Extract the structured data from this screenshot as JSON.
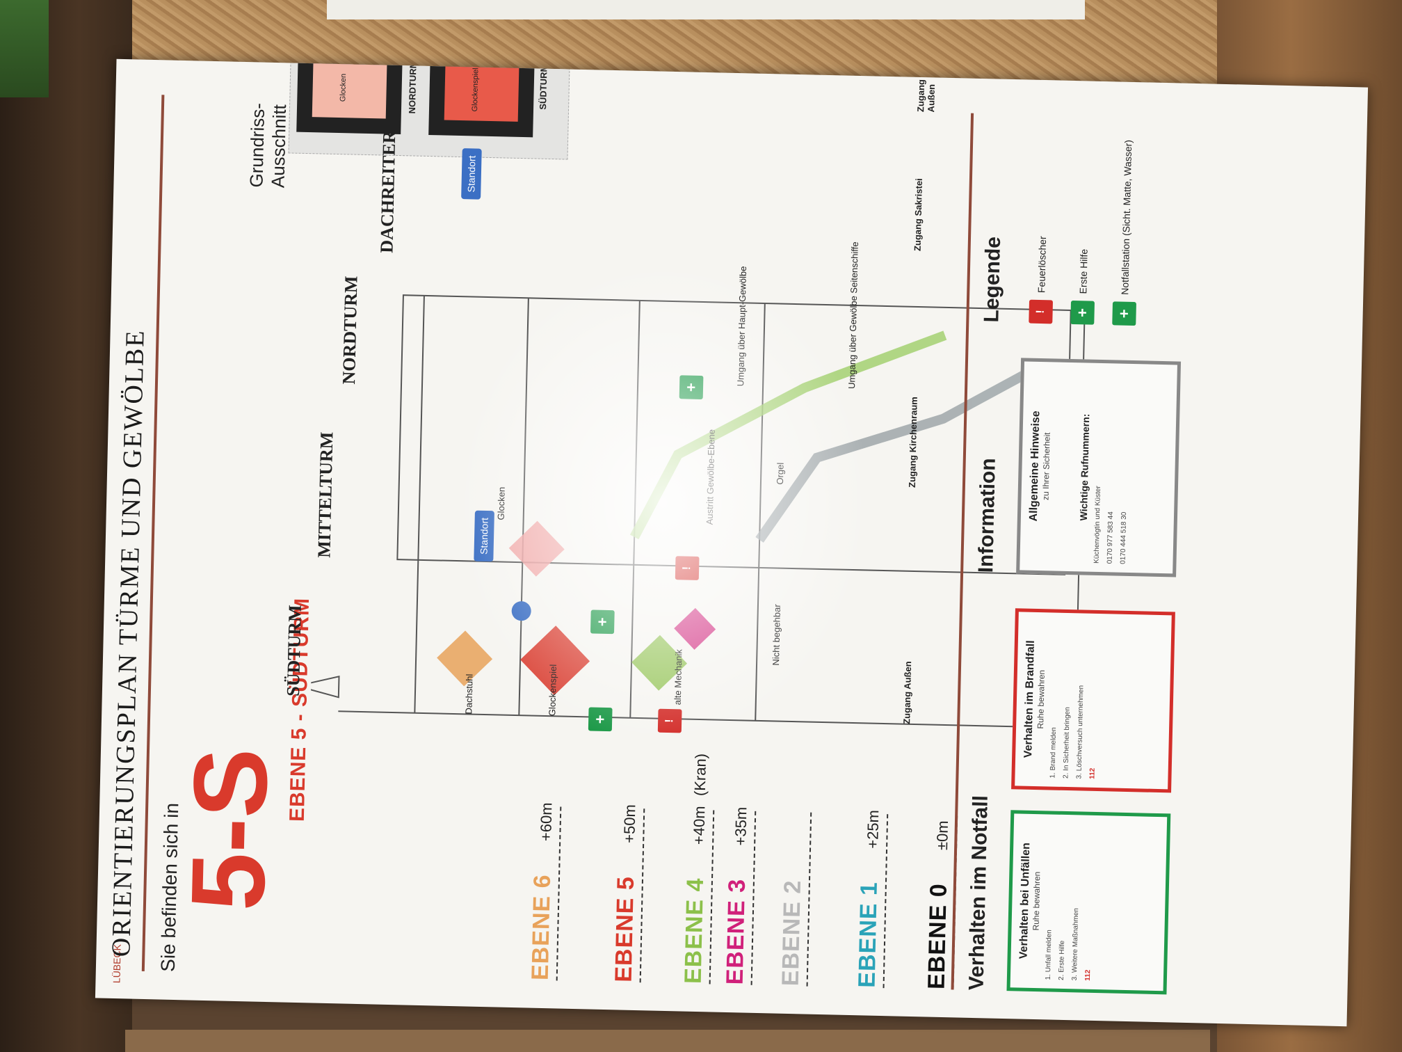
{
  "poster": {
    "brand": "LÜBECK",
    "title": "ORIENTIERUNGSPLAN TÜRME UND GEWÖLBE",
    "location_intro": "Sie befinden sich in",
    "location_code": "5-S",
    "location_level": "EBENE 5 - SÜDTURM",
    "plan_title": "Grundriss-Ausschnitt",
    "plan_north_label": "NORDTURM",
    "plan_south_label": "SÜDTURM",
    "plan_bells": "Glocken",
    "plan_chimes": "Glockenspiel",
    "standort": "Standort",
    "towers": {
      "south": "SÜDTURM",
      "north": "NORDTURM",
      "middle": "MITTELTURM",
      "roof": "DACHREITER"
    },
    "levels": [
      {
        "name": "EBENE 6",
        "altitude": "+60m",
        "color": "#e8a25a"
      },
      {
        "name": "EBENE 5",
        "altitude": "+50m",
        "color": "#d93a2c"
      },
      {
        "name": "EBENE 4",
        "altitude": "+40m",
        "extra": "(Kran)",
        "color": "#8cc04a"
      },
      {
        "name": "EBENE 3",
        "altitude": "+35m",
        "color": "#d0207a"
      },
      {
        "name": "EBENE 2",
        "altitude": "",
        "color": "#b8b8b8"
      },
      {
        "name": "EBENE 1",
        "altitude": "+25m",
        "color": "#2aa3b8"
      },
      {
        "name": "EBENE 0",
        "altitude": "±0m",
        "color": "#111111"
      }
    ],
    "diagram_labels": {
      "dachstuhl": "Dachstuhl",
      "glockenspiel": "Glockenspiel",
      "glocken": "Glocken",
      "alte_mechanik": "alte Mechanik",
      "austritt": "Austritt Gewölbe-Ebene",
      "umgang_haupt": "Umgang über Haupt-Gewölbe",
      "umgang_seiten": "Umgang über Gewölbe Seitenschiffe",
      "nicht_begehbar": "Nicht begehbar",
      "orgel": "Orgel",
      "zugang_aussen": "Zugang Außen",
      "zugang_kirchenraum": "Zugang Kirchenraum",
      "zugang_sakristei": "Zugang Sakristei"
    },
    "emergency_heading": "Verhalten im Notfall",
    "accident_panel": {
      "title": "Verhalten bei Unfällen",
      "subtitle": "Ruhe bewahren",
      "steps": [
        "1. Unfall melden",
        "2. Erste Hilfe",
        "3. Weitere Maßnahmen"
      ],
      "number": "112"
    },
    "fire_panel": {
      "title": "Verhalten im Brandfall",
      "subtitle": "Ruhe bewahren",
      "steps": [
        "1. Brand melden",
        "2. In Sicherheit bringen",
        "3. Löschversuch unternehmen"
      ],
      "number": "112"
    },
    "info_heading": "Information",
    "info_panel": {
      "title": "Allgemeine Hinweise",
      "subtitle": "zu Ihrer Sicherheit",
      "phones_title": "Wichtige Rufnummern:",
      "phones_intro": "Küchenvögtin und Küster",
      "phone_1": "0170 977 583 44",
      "phone_2": "0170 444 518 30"
    },
    "legend_heading": "Legende",
    "legend": [
      {
        "label": "Feuerlöscher",
        "icon": "fire-extinguisher-icon",
        "color": "#d32e2a"
      },
      {
        "label": "Erste Hilfe",
        "icon": "first-aid-icon",
        "color": "#1f9a4a"
      },
      {
        "label": "Notfallstation (Sicht. Matte, Wasser)",
        "icon": "emergency-station-icon",
        "color": "#1f9a4a"
      }
    ],
    "colors": {
      "accent_red": "#d93a2c",
      "rule": "#8f4a3a",
      "safety_green": "#1f9a4a"
    }
  }
}
